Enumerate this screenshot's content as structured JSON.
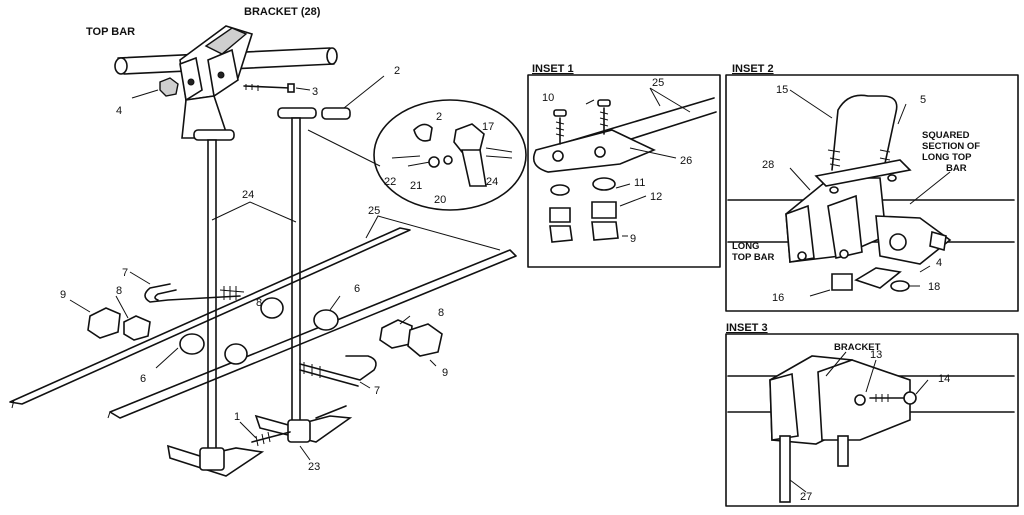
{
  "labels": {
    "top_bar": "TOP BAR",
    "bracket_28": "BRACKET (28)",
    "inset1": "INSET 1",
    "inset2": "INSET 2",
    "inset3": "INSET 3",
    "squared_1": "SQUARED",
    "squared_2": "SECTION OF",
    "squared_3": "LONG TOP",
    "squared_4": "BAR",
    "long_top_bar_1": "LONG",
    "long_top_bar_2": "TOP BAR",
    "bracket": "BRACKET"
  },
  "main_numbers": {
    "n4": "4",
    "n3": "3",
    "n2": "2",
    "n24": "24",
    "n25": "25",
    "n7a": "7",
    "n9a": "9",
    "n8a": "8",
    "n6a": "6",
    "n8b": "8",
    "n6b": "6",
    "n8c": "8",
    "n9b": "9",
    "n7b": "7",
    "n1": "1",
    "n23": "23"
  },
  "detail_numbers": {
    "d2": "2",
    "d17": "17",
    "d22": "22",
    "d21": "21",
    "d20": "20",
    "d24": "24"
  },
  "inset1_numbers": {
    "n10": "10",
    "n25": "25",
    "n26": "26",
    "n11": "11",
    "n12": "12",
    "n9": "9"
  },
  "inset2_numbers": {
    "n15": "15",
    "n5": "5",
    "n28": "28",
    "n4": "4",
    "n16": "16",
    "n18": "18"
  },
  "inset3_numbers": {
    "n13": "13",
    "n14": "14",
    "n27": "27"
  }
}
